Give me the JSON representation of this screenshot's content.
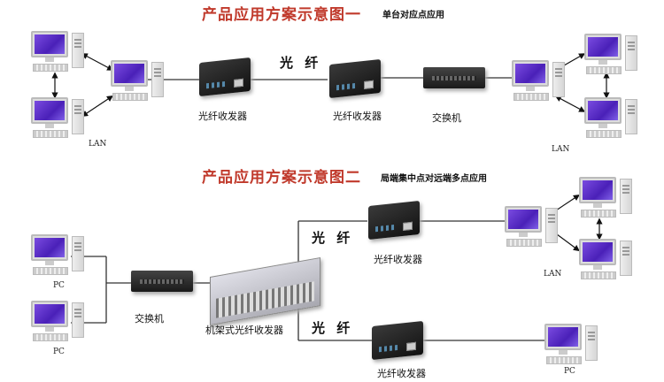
{
  "diagram1": {
    "title": "产品应用方案示意图一",
    "subtitle": "单台对应点应用",
    "converter_label": "光纤收发器",
    "fiber_label": "光 纤",
    "switch_label": "交换机",
    "lan_label": "LAN"
  },
  "diagram2": {
    "title": "产品应用方案示意图二",
    "subtitle": "局端集中点对远端多点应用",
    "converter_label": "光纤收发器",
    "rack_label": "机架式光纤收发器",
    "fiber_label": "光 纤",
    "switch_label": "交换机",
    "lan_label": "LAN",
    "pc_label": "PC"
  }
}
